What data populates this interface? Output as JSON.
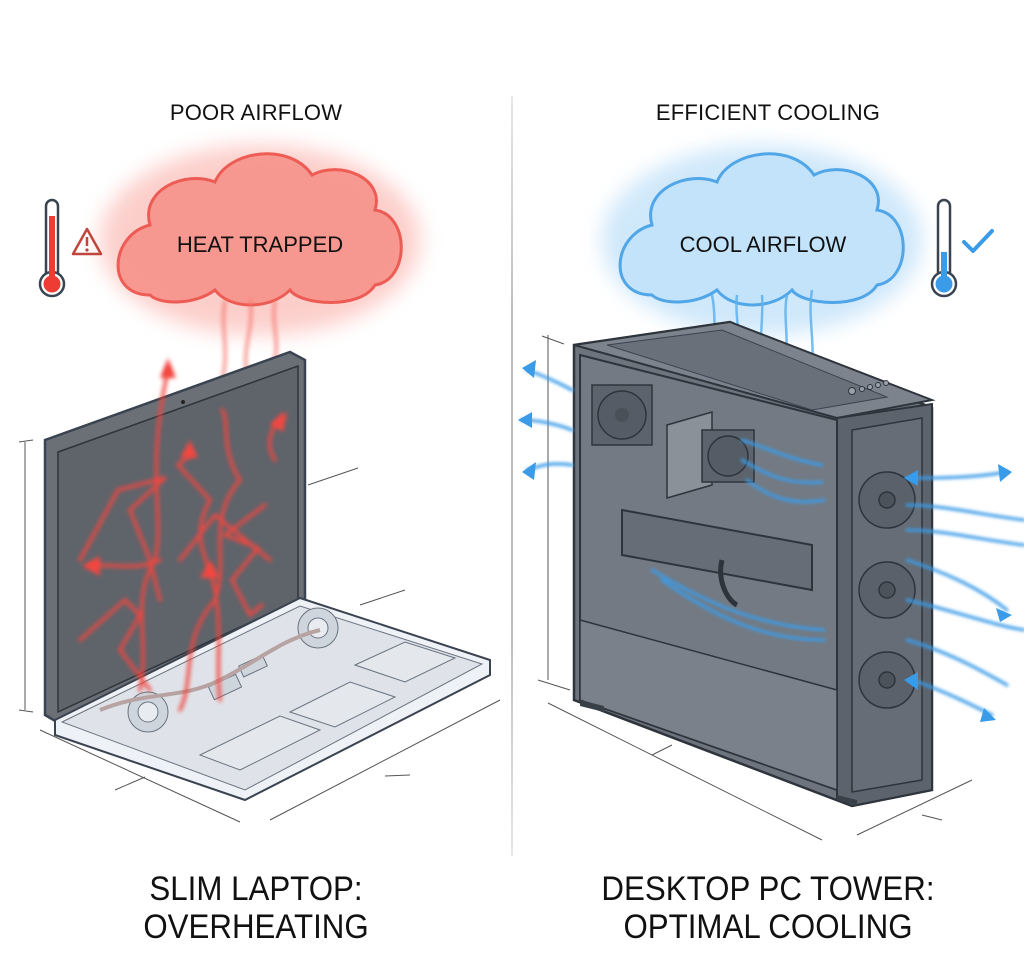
{
  "left_panel": {
    "top_label": "POOR AIRFLOW",
    "cloud_label": "HEAT TRAPPED",
    "title_line1": "SLIM LAPTOP:",
    "title_line2": "OVERHEATING",
    "indicator": {
      "thermometer": "thermometer-hot-icon",
      "status": "warning-triangle-icon"
    },
    "accent_color": "#f2473f"
  },
  "right_panel": {
    "top_label": "EFFICIENT COOLING",
    "cloud_label": "COOL AIRFLOW",
    "title_line1": "DESKTOP PC TOWER:",
    "title_line2": "OPTIMAL COOLING",
    "indicator": {
      "thermometer": "thermometer-cool-icon",
      "status": "checkmark-icon"
    },
    "accent_color": "#3a9be8"
  },
  "colors": {
    "hot": "#f2473f",
    "cool": "#3a9be8",
    "outline": "#3a4350",
    "device_gray": "#5f6670",
    "background": "#ffffff"
  }
}
